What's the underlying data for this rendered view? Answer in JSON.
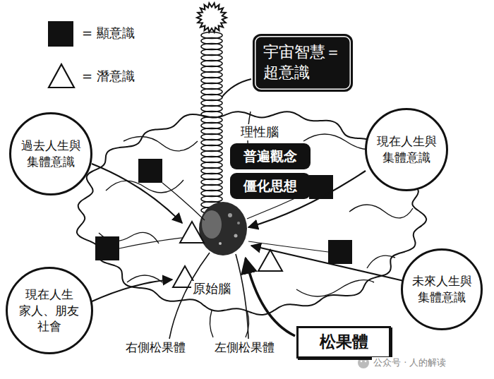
{
  "diagram": {
    "nodes": [
      {
        "text": [
          "宇宙智慧＝ 超意識"
        ]
      },
      {
        "text": [
          "過去人生與 集體意識"
        ]
      },
      {
        "text": [
          "現在人生與 集體意識"
        ]
      },
      {
        "text": [
          "普遍觀念"
        ]
      },
      {
        "text": [
          "僵化思想"
        ]
      },
      {
        "text": [
          "未來人生與 集體意識"
        ]
      },
      {
        "text": [
          "現在人生 家人、朋友 社會"
        ]
      },
      {
        "text": [
          "松果體"
        ]
      }
    ],
    "labels": [
      "理性腦",
      "原始腦",
      "右側松果體",
      "左側松果體",
      "公众号 · 人的解读"
    ],
    "legend": [
      {
        "text": "= 顯意識",
        "color": "#111111"
      },
      {
        "text": "= 潛意識"
      }
    ]
  }
}
